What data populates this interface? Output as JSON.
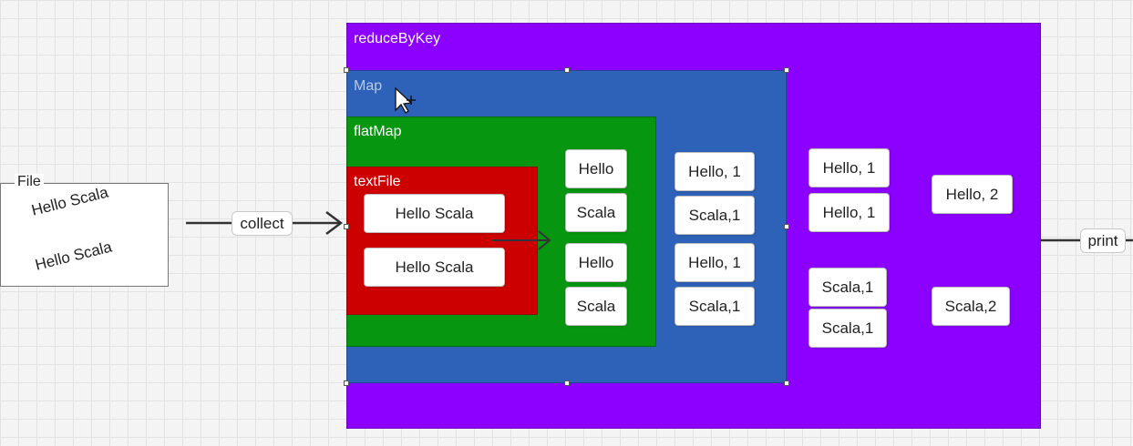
{
  "file": {
    "label": "File",
    "lines": [
      "Hello Scala",
      "Hello Scala"
    ]
  },
  "edges": {
    "collect": "collect",
    "print": "print"
  },
  "stages": {
    "reduceByKey": "reduceByKey",
    "map": "Map",
    "flatMap": "flatMap",
    "textFile": "textFile"
  },
  "textfile_nodes": [
    "Hello Scala",
    "Hello Scala"
  ],
  "flatmap_nodes": [
    "Hello",
    "Scala",
    "Hello",
    "Scala"
  ],
  "map_nodes": [
    "Hello, 1",
    "Scala,1",
    "Hello, 1",
    "Scala,1"
  ],
  "group_nodes": [
    "Hello, 1",
    "Hello, 1",
    "Scala,1",
    "Scala,1"
  ],
  "reduce_nodes": [
    "Hello, 2",
    "Scala,2"
  ],
  "colors": {
    "reduceByKey": "#8c00ff",
    "map": "#2e62b8",
    "flatMap": "#079610",
    "textFile": "#cc0000"
  }
}
